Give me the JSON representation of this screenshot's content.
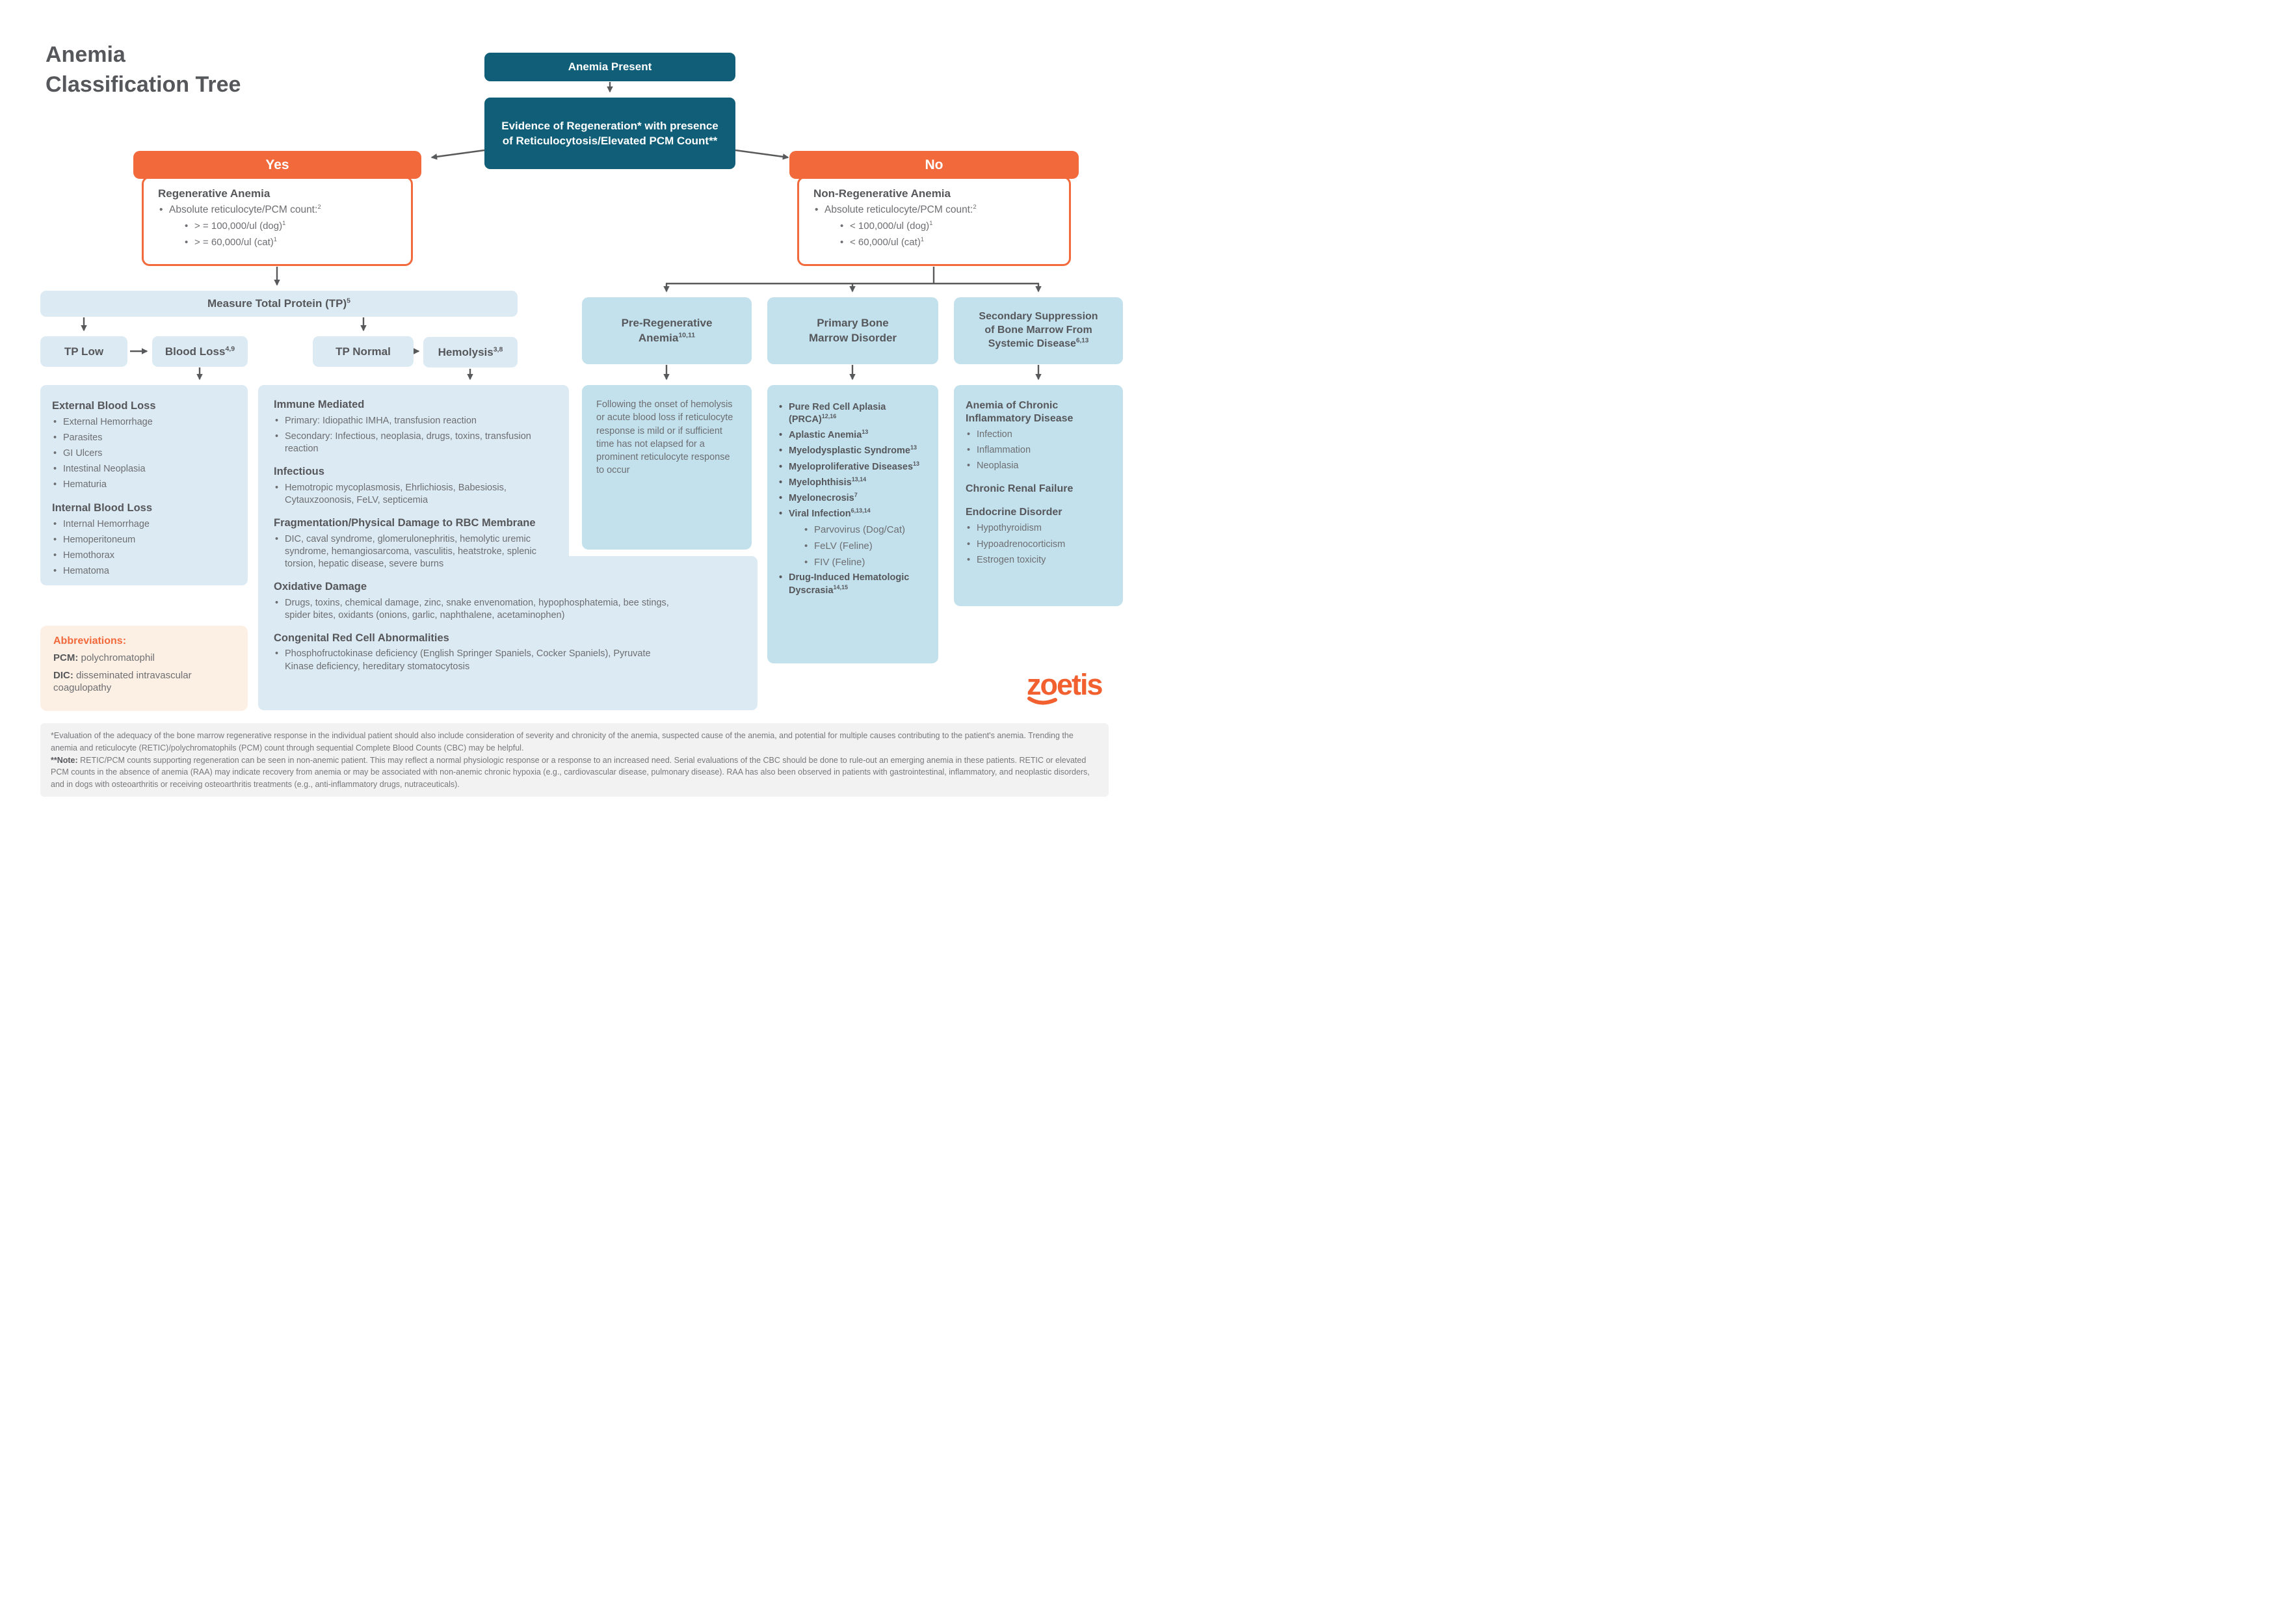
{
  "page": {
    "title_line1": "Anemia",
    "title_line2": "Classification Tree"
  },
  "colors": {
    "teal": "#105E77",
    "orange": "#F2693B",
    "light_blue": "#DCEAF3",
    "mid_blue": "#C3E1ED",
    "peach": "#FCEFE4",
    "footnote_bg": "#F2F2F2",
    "heading_text": "#56575A",
    "body_text": "#6D6E71",
    "arrow": "#58595B"
  },
  "flow": {
    "anemia_present": "Anemia Present",
    "evidence": "Evidence of Regeneration* with presence of Reticulocytosis/Elevated PCM Count**",
    "yes_label": "Yes",
    "no_label": "No",
    "regen": {
      "heading": "Regenerative Anemia",
      "bullet": "Absolute reticulocyte/PCM count:",
      "bullet_sup": "2",
      "sub1": "> = 100,000/ul (dog)",
      "sub1_sup": "1",
      "sub2": "> = 60,000/ul (cat)",
      "sub2_sup": "1"
    },
    "nonregen": {
      "heading": "Non-Regenerative Anemia",
      "bullet": "Absolute reticulocyte/PCM count:",
      "bullet_sup": "2",
      "sub1": "< 100,000/ul (dog)",
      "sub1_sup": "1",
      "sub2": "< 60,000/ul (cat)",
      "sub2_sup": "1"
    },
    "measure_tp": {
      "label": "Measure Total Protein (TP)",
      "sup": "5"
    },
    "tp_low": "TP Low",
    "blood_loss": {
      "label": "Blood Loss",
      "sup": "4,9"
    },
    "tp_normal": "TP Normal",
    "hemolysis": {
      "label": "Hemolysis",
      "sup": "3,8"
    }
  },
  "blood_loss_box": {
    "external_heading": "External Blood Loss",
    "external_items": [
      "External Hemorrhage",
      "Parasites",
      "GI Ulcers",
      "Intestinal Neoplasia",
      "Hematuria"
    ],
    "internal_heading": "Internal Blood Loss",
    "internal_items": [
      "Internal Hemorrhage",
      "Hemoperitoneum",
      "Hemothorax",
      "Hematoma"
    ]
  },
  "hemolysis_box": {
    "sections": [
      {
        "heading": "Immune Mediated",
        "bullets": [
          "Primary: Idiopathic IMHA, transfusion reaction",
          "Secondary: Infectious, neoplasia, drugs, toxins, transfusion reaction"
        ]
      },
      {
        "heading": "Infectious",
        "bullets": [
          "Hemotropic mycoplasmosis, Ehrlichiosis, Babesiosis, Cytauxzoonosis, FeLV, septicemia"
        ]
      },
      {
        "heading": "Fragmentation/Physical Damage to RBC Membrane",
        "bullets": [
          "DIC, caval syndrome, glomerulonephritis, hemolytic uremic syndrome, hemangiosarcoma, vasculitis, heatstroke, splenic torsion, hepatic disease, severe burns"
        ]
      },
      {
        "heading": "Oxidative Damage",
        "bullets": [
          "Drugs, toxins, chemical damage, zinc, snake envenomation, hypophosphatemia, bee stings, spider bites, oxidants (onions, garlic, naphthalene, acetaminophen)"
        ]
      },
      {
        "heading": "Congenital Red Cell Abnormalities",
        "bullets": [
          "Phosphofructokinase deficiency (English Springer Spaniels, Cocker Spaniels), Pyruvate Kinase deficiency, hereditary stomatocytosis"
        ]
      }
    ]
  },
  "pre_regen": {
    "title_line1": "Pre-Regenerative",
    "title_line2": "Anemia",
    "sup": "10,11",
    "body": "Following the onset of hemolysis or acute blood loss if reticulocyte response is mild or if sufficient time has not elapsed for a prominent reticulocyte response to occur"
  },
  "primary_bm": {
    "title_line1": "Primary Bone",
    "title_line2": "Marrow Disorder",
    "items": [
      {
        "label": "Pure Red Cell Aplasia (PRCA)",
        "sup": "12,16"
      },
      {
        "label": "Aplastic Anemia",
        "sup": "13"
      },
      {
        "label": "Myelodysplastic Syndrome",
        "sup": "13"
      },
      {
        "label": "Myeloproliferative Diseases",
        "sup": "13"
      },
      {
        "label": "Myelophthisis",
        "sup": "13,14"
      },
      {
        "label": "Myelonecrosis",
        "sup": "7"
      },
      {
        "label": "Viral Infection",
        "sup": "6,13,14"
      },
      {
        "label": "Drug-Induced Hematologic Dyscrasia",
        "sup": "14,15"
      }
    ],
    "viral_subs": [
      "Parvovirus (Dog/Cat)",
      "FeLV (Feline)",
      "FIV (Feline)"
    ]
  },
  "secondary": {
    "title_line1": "Secondary Suppression",
    "title_line2": "of Bone Marrow From",
    "title_line3": "Systemic Disease",
    "sup": "6,13",
    "groups": [
      {
        "heading": "Anemia of Chronic Inflammatory Disease",
        "bullets": [
          "Infection",
          "Inflammation",
          "Neoplasia"
        ]
      },
      {
        "heading": "Chronic Renal Failure",
        "bullets": []
      },
      {
        "heading": "Endocrine Disorder",
        "bullets": [
          "Hypothyroidism",
          "Hypoadrenocorticism",
          "Estrogen toxicity"
        ]
      }
    ]
  },
  "abbreviations": {
    "title": "Abbreviations:",
    "entries": [
      {
        "abbr": "PCM:",
        "def": " polychromatophil"
      },
      {
        "abbr": "DIC:",
        "def": " disseminated intravascular coagulopathy"
      }
    ]
  },
  "footnote": {
    "para1": "*Evaluation of the adequacy of the bone marrow regenerative response in the individual patient should also include consideration of severity and chronicity of the anemia, suspected cause of the anemia, and potential for multiple causes contributing to the patient's anemia. Trending the anemia and reticulocyte (RETIC)/polychromatophils (PCM) count through sequential Complete Blood Counts (CBC) may be helpful.",
    "note_label": "**Note:",
    "note_text": " RETIC/PCM counts supporting regeneration can be seen in non-anemic patient. This may reflect a normal physiologic response or a response to an increased need. Serial evaluations of the CBC should be done to rule-out an emerging anemia in these patients. RETIC or elevated PCM counts in the absence of anemia (RAA) may indicate recovery from anemia or may be associated with non-anemic chronic hypoxia (e.g., cardiovascular disease, pulmonary disease). RAA has also been observed in patients with gastrointestinal, inflammatory, and neoplastic disorders, and in dogs with osteoarthritis or receiving osteoarthritis treatments (e.g., anti-inflammatory drugs, nutraceuticals)."
  },
  "logo_text": "zoetis"
}
